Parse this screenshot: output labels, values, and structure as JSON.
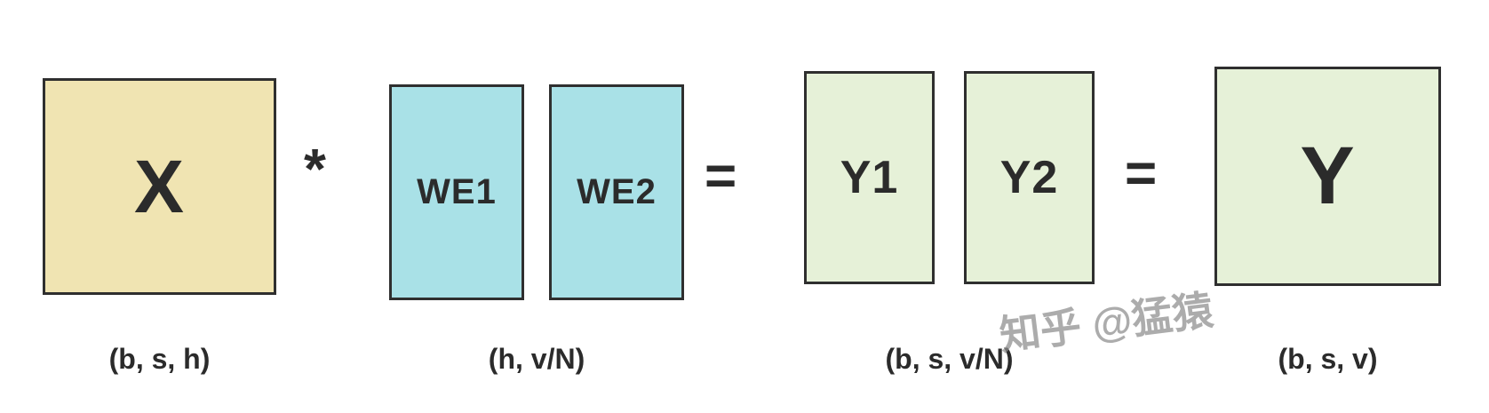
{
  "boxes": {
    "x": {
      "label": "X"
    },
    "we1": {
      "label": "WE1"
    },
    "we2": {
      "label": "WE2"
    },
    "y1": {
      "label": "Y1"
    },
    "y2": {
      "label": "Y2"
    },
    "y": {
      "label": "Y"
    }
  },
  "operators": {
    "multiply": "*",
    "equals_1": "=",
    "equals_2": "="
  },
  "dimension_labels": {
    "x": "(b, s, h)",
    "we": "(h, v/N)",
    "y_split": "(b, s, v/N)",
    "y": "(b, s, v)"
  },
  "watermark": "知乎 @猛猿",
  "colors": {
    "background": "#ffffff",
    "border": "#2f2f2f",
    "text": "#2b2b2b",
    "x_fill": "#f0e4b2",
    "we_fill": "#a9e1e7",
    "y_fill": "#e6f1d8",
    "watermark": "#8c8c8c"
  }
}
